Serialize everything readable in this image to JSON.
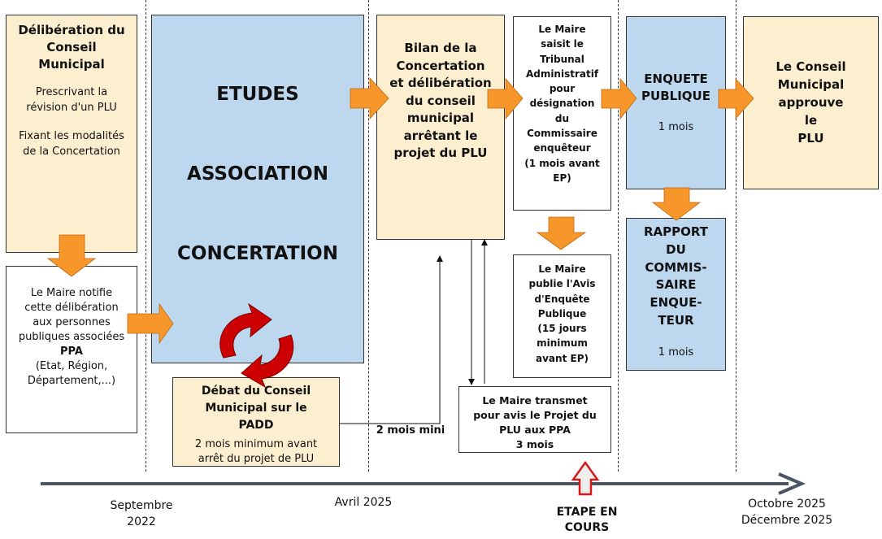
{
  "box1": {
    "title": "Délibération du\nConseil\nMunicipal",
    "line1": "Prescrivant la\nrévision d'un PLU",
    "line2": "Fixant les modalités\nde la Concertation"
  },
  "box1b": {
    "text": "Le Maire notifie\ncette délibération\naux personnes\npubliques associées",
    "bold": "PPA",
    "tail": "(Etat, Région,\nDépartement,...)"
  },
  "etudes": {
    "l1": "ETUDES",
    "l2": "ASSOCIATION",
    "l3": "CONCERTATION"
  },
  "debat": {
    "title": "Débat du Conseil\nMunicipal sur le\nPADD",
    "sub": "2 mois minimum avant\narrêt du projet de PLU"
  },
  "bilan": {
    "title": "Bilan de la\nConcertation\net délibération\ndu conseil\nmunicipal\narrêtant le\nprojet du PLU"
  },
  "transmet": {
    "text": "Le Maire transmet\npour avis le Projet du\nPLU aux PPA\n3 mois"
  },
  "deux_mois": "2 mois mini",
  "saisit": {
    "text": "Le Maire\nsaisit le\nTribunal\nAdministratif\npour\ndésignation\ndu\nCommissaire\nenquêteur\n(1 mois avant\nEP)"
  },
  "publie": {
    "text": "Le Maire\npublie l'Avis\nd'Enquête\nPublique\n(15 jours\nminimum\navant EP)"
  },
  "enquete": {
    "title": "ENQUETE\nPUBLIQUE",
    "sub": "1 mois"
  },
  "rapport": {
    "title": "RAPPORT\nDU\nCOMMIS-\nSAIRE\nENQUE-\nTEUR",
    "sub": "1 mois"
  },
  "approuve": {
    "title": "Le Conseil\nMunicipal\napprouve\nle\nPLU"
  },
  "timeline": {
    "sept": "Septembre\n2022",
    "avril": "Avril 2025",
    "etape": "ETAPE EN\nCOURS",
    "fin": "Octobre 2025\nDécembre 2025"
  },
  "colors": {
    "beige": "#fcefd0",
    "blue": "#bdd7ee",
    "orange_arrow": "#f7962a",
    "red_cycle": "#cc0000",
    "timeline": "#4a5566"
  }
}
